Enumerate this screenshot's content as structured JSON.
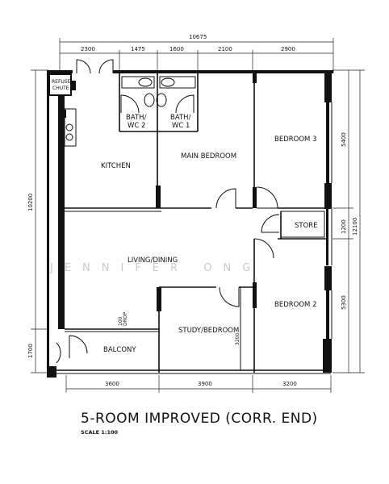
{
  "plan": {
    "title": "5-ROOM IMPROVED (CORR. END)",
    "scale": "SCALE  1:100",
    "watermark": "JENNIFER ONG"
  },
  "rooms": {
    "refuse_chute_1": "REFUSE",
    "refuse_chute_2": "CHUTE",
    "bath2_line1": "BATH/",
    "bath2_line2": "WC 2",
    "bath1_line1": "BATH/",
    "bath1_line2": "WC 1",
    "kitchen": "KITCHEN",
    "main_bedroom": "MAIN BEDROOM",
    "bedroom3": "BEDROOM 3",
    "store": "STORE",
    "living_dining": "LIVING/DINING",
    "bedroom2": "BEDROOM 2",
    "study_bedroom": "STUDY/BEDROOM",
    "balcony": "BALCONY",
    "drop_1": "100",
    "drop_2": "DROP"
  },
  "dimensions": {
    "top_total": "10675",
    "top_segments": [
      "2300",
      "1475",
      "1600",
      "2100",
      "2900"
    ],
    "bottom_segments": [
      "3600",
      "3900",
      "3200"
    ],
    "left_total": "10200",
    "left_balcony": "1700",
    "right_segments": [
      "5400",
      "1200",
      "5300"
    ],
    "right_total": "12100",
    "study_inner": "3200"
  }
}
